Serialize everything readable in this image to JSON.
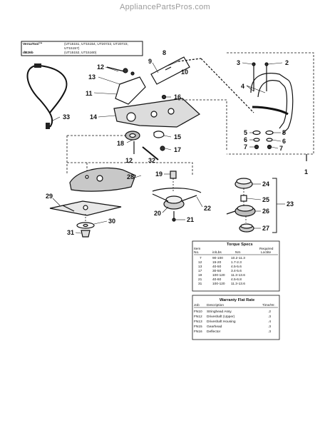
{
  "watermark": "AppliancePartsPros.com",
  "models": {
    "line1_label": "VersaTool™",
    "line1_models": "(UT15151, UT15154, UT20722, UT20723,",
    "line1_cont": "UT15157)",
    "line2_label": "dB26b",
    "line2_models": "(UT15152, UT15160)"
  },
  "callouts": [
    "1",
    "2",
    "3",
    "4",
    "5",
    "5",
    "6",
    "6",
    "7",
    "7",
    "8",
    "9",
    "10",
    "11",
    "12",
    "12",
    "13",
    "14",
    "15",
    "16",
    "17",
    "18",
    "19",
    "20",
    "21",
    "22",
    "23",
    "24",
    "25",
    "26",
    "27",
    "28",
    "29",
    "30",
    "31",
    "32",
    "33"
  ],
  "torque": {
    "title": "Torque Specs",
    "headers": {
      "item": "Item",
      "no": "No.",
      "inlbs": "in/Lbs",
      "nm": "Nm",
      "required": "Required",
      "loctite": "Loctite"
    },
    "rows": [
      {
        "item": "7",
        "inlbs": "90-100",
        "nm": "10.2-11.3"
      },
      {
        "item": "12",
        "inlbs": "15-20",
        "nm": "1.7-2.3"
      },
      {
        "item": "13",
        "inlbs": "40-50",
        "nm": "4.5-5.6"
      },
      {
        "item": "17",
        "inlbs": "30-50",
        "nm": "3.4-5.6"
      },
      {
        "item": "19",
        "inlbs": "100-120",
        "nm": "11.3-13.6"
      },
      {
        "item": "21",
        "inlbs": "40-60",
        "nm": "4.5-6.8"
      },
      {
        "item": "31",
        "inlbs": "100-120",
        "nm": "11.3-13.6"
      }
    ]
  },
  "warranty": {
    "title": "Warranty Flat Rate",
    "headers": {
      "job": "Job",
      "desc": "Description",
      "time": "Time/Hr."
    },
    "rows": [
      {
        "job": "FN10",
        "desc": "Stringhead Assy.",
        "time": ".2"
      },
      {
        "job": "FN12",
        "desc": "Driveshaft (Upper)",
        "time": ".3"
      },
      {
        "job": "FN13",
        "desc": "Driveshaft Housing",
        "time": ".4"
      },
      {
        "job": "FN15",
        "desc": "Gearhead",
        "time": ".3"
      },
      {
        "job": "FN16",
        "desc": "Deflector",
        "time": ".3"
      }
    ]
  }
}
